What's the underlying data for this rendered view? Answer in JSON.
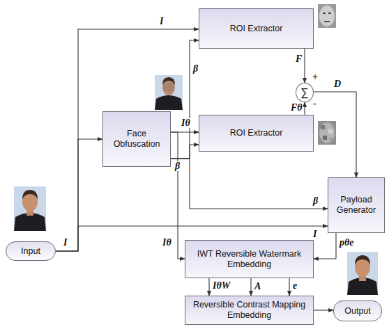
{
  "diagram": {
    "nodes": [
      {
        "text": [
          "Input"
        ]
      },
      {
        "text": [
          "Face Obfuscation"
        ]
      },
      {
        "text": [
          "ROI Extractor"
        ]
      },
      {
        "text": [
          "ROI Extractor"
        ]
      },
      {
        "text": [
          "∑"
        ]
      },
      {
        "text": [
          "Payload Generator"
        ]
      },
      {
        "text": [
          "IWT Reversible Watermark Embedding"
        ]
      },
      {
        "text": [
          "Reversible Contrast Mapping Embedding"
        ]
      },
      {
        "text": [
          "Output"
        ]
      }
    ],
    "edges": [
      {
        "from": 0,
        "to": 2,
        "label": "I",
        "arrow": "to"
      },
      {
        "from": 0,
        "to": 1,
        "label": "I",
        "arrow": "to"
      },
      {
        "from": 0,
        "to": 5,
        "label": "I",
        "arrow": "to"
      },
      {
        "from": 1,
        "to": 2,
        "label": "β",
        "arrow": "to"
      },
      {
        "from": 1,
        "to": 3,
        "label": "Iθ",
        "arrow": "to"
      },
      {
        "from": 1,
        "to": 3,
        "label": "β",
        "arrow": "to"
      },
      {
        "from": 1,
        "to": 5,
        "label": "β",
        "arrow": "to"
      },
      {
        "from": 1,
        "to": 6,
        "label": "Iθ",
        "arrow": "to"
      },
      {
        "from": 2,
        "to": 4,
        "label": "F",
        "arrow": "to"
      },
      {
        "from": 3,
        "to": 4,
        "label": "Fθ",
        "arrow": "to"
      },
      {
        "from": 4,
        "to": 5,
        "label": "D",
        "arrow": "to"
      },
      {
        "from": 5,
        "to": 6,
        "label": "pθe",
        "arrow": "to"
      },
      {
        "from": 6,
        "to": 7,
        "label": "IθW",
        "arrow": "to"
      },
      {
        "from": 6,
        "to": 7,
        "label": "A",
        "arrow": "to"
      },
      {
        "from": 6,
        "to": 7,
        "label": "e",
        "arrow": "to"
      },
      {
        "from": 7,
        "to": 8,
        "arrow": "to"
      }
    ],
    "labels": [
      "+",
      "-"
    ]
  }
}
